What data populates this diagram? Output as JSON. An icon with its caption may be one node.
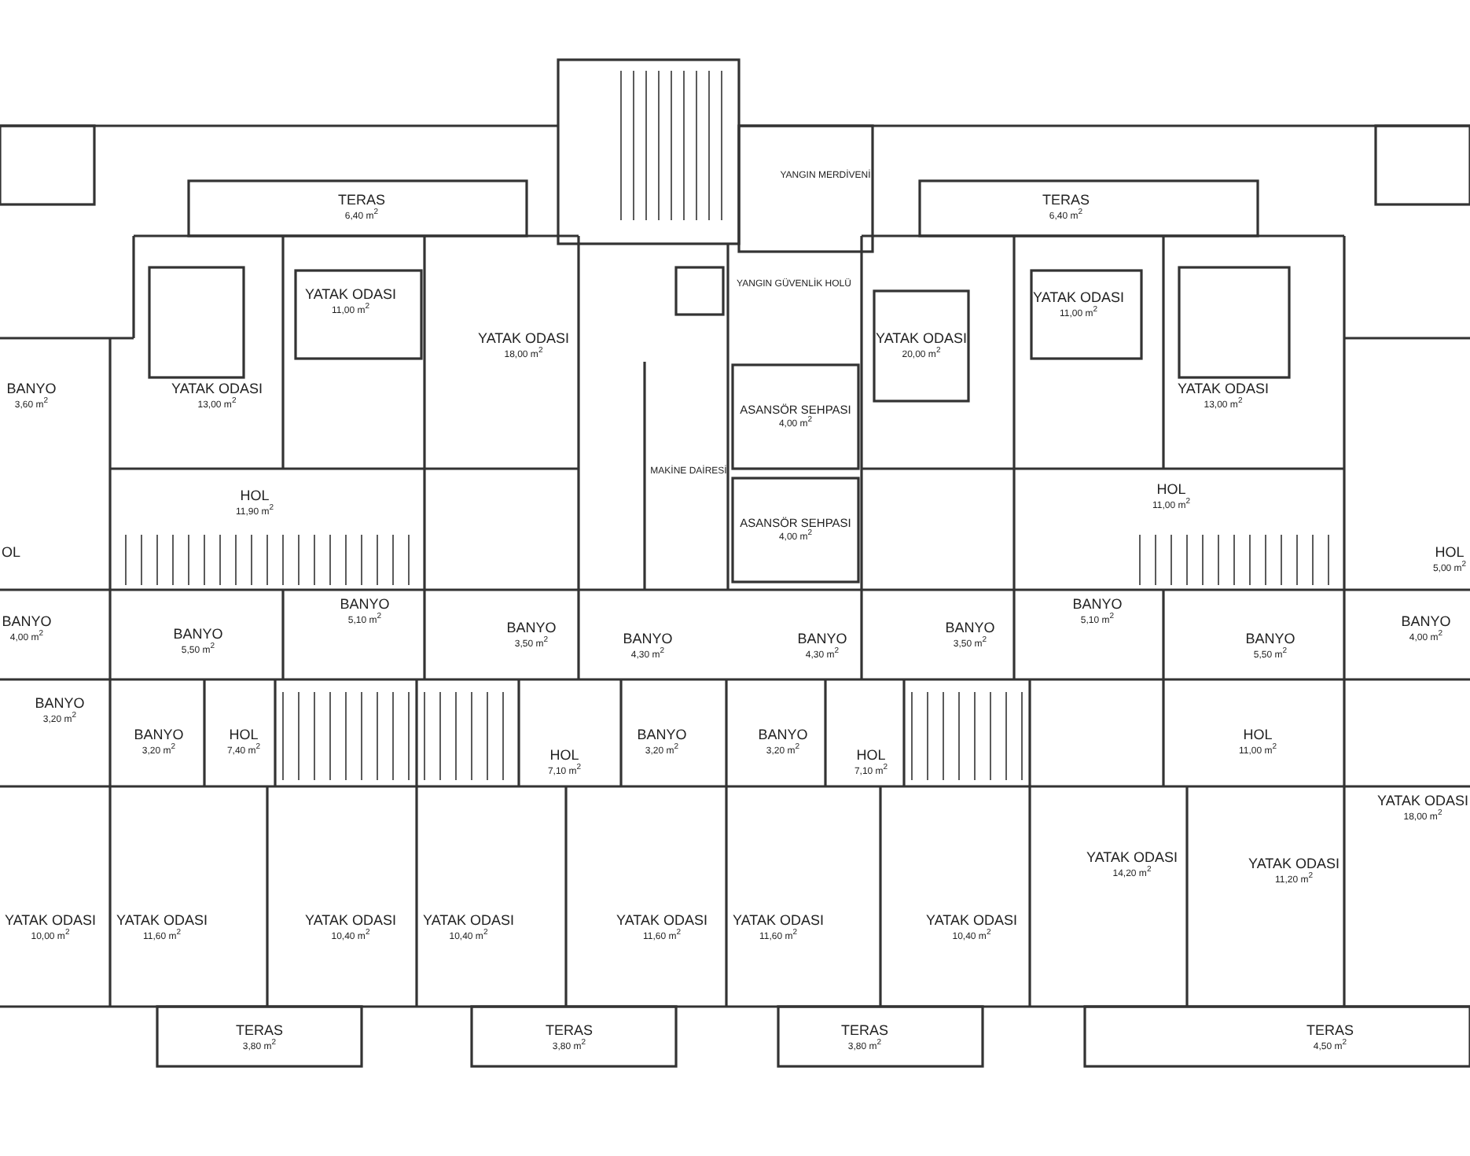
{
  "diagram": {
    "nodes": [
      {
        "text": [
          "YANGIN MERDİVENİ"
        ]
      },
      {
        "text": [
          "TERAS",
          "6,40 m$^{2}$"
        ]
      },
      {
        "text": [
          "TERAS",
          "6,40 m$^{2}$"
        ]
      },
      {
        "text": [
          "YANGIN GÜVENLİK HOLÜ"
        ]
      },
      {
        "text": [
          "YATAK ODASI",
          "11,00 m$^{2}$"
        ]
      },
      {
        "text": [
          "YATAK ODASI",
          "11,00 m$^{2}$"
        ]
      },
      {
        "text": [
          "YATAK ODASI",
          "18,00 m$^{2}$"
        ]
      },
      {
        "text": [
          "YATAK ODASI",
          "20,00 m$^{2}$"
        ]
      },
      {
        "text": [
          "BANYO",
          "3,60 m$^{2}$"
        ]
      },
      {
        "text": [
          "YATAK ODASI",
          "13,00 m$^{2}$"
        ]
      },
      {
        "text": [
          "YATAK ODASI",
          "13,00 m$^{2}$"
        ]
      },
      {
        "text": [
          "ASANSÖR SEHPASI",
          "4,00 m$^{2}$"
        ]
      },
      {
        "text": [
          "MAKİNE DAİRESİ"
        ]
      },
      {
        "text": [
          "HOL",
          "11,00 m$^{2}$"
        ]
      },
      {
        "text": [
          "HOL",
          "11,90 m$^{2}$"
        ]
      },
      {
        "text": [
          "ASANSÖR SEHPASI",
          "4,00 m$^{2}$"
        ]
      },
      {
        "text": [
          "OL"
        ]
      },
      {
        "text": [
          "HOL",
          "5,00 m$^{2}$"
        ]
      },
      {
        "text": [
          "BANYO",
          "5,10 m$^{2}$"
        ]
      },
      {
        "text": [
          "BANYO",
          "5,10 m$^{2}$"
        ]
      },
      {
        "text": [
          "BANYO",
          "4,00 m$^{2}$"
        ]
      },
      {
        "text": [
          "BANYO",
          "4,00 m$^{2}$"
        ]
      },
      {
        "text": [
          "BANYO",
          "3,50 m$^{2}$"
        ]
      },
      {
        "text": [
          "BANYO",
          "3,50 m$^{2}$"
        ]
      },
      {
        "text": [
          "BANYO",
          "5,50 m$^{2}$"
        ]
      },
      {
        "text": [
          "BANYO",
          "5,50 m$^{2}$"
        ]
      },
      {
        "text": [
          "BANYO",
          "4,30 m$^{2}$"
        ]
      },
      {
        "text": [
          "BANYO",
          "4,30 m$^{2}$"
        ]
      },
      {
        "text": [
          "BANYO",
          "3,20 m$^{2}$"
        ]
      },
      {
        "text": [
          "BANYO",
          "3,20 m$^{2}$"
        ]
      },
      {
        "text": [
          "HOL",
          "7,40 m$^{2}$"
        ]
      },
      {
        "text": [
          "BANYO",
          "3,20 m$^{2}$"
        ]
      },
      {
        "text": [
          "BANYO",
          "3,20 m$^{2}$"
        ]
      },
      {
        "text": [
          "HOL",
          "11,00 m$^{2}$"
        ]
      },
      {
        "text": [
          "HOL",
          "7,10 m$^{2}$"
        ]
      },
      {
        "text": [
          "HOL",
          "7,10 m$^{2}$"
        ]
      },
      {
        "text": [
          "YATAK ODASI",
          "18,00 m$^{2}$"
        ]
      },
      {
        "text": [
          "YATAK ODASI",
          "14,20 m$^{2}$"
        ]
      },
      {
        "text": [
          "YATAK ODASI",
          "11,20 m$^{2}$"
        ]
      },
      {
        "text": [
          "YATAK ODASI",
          "10,00 m$^{2}$"
        ]
      },
      {
        "text": [
          "YATAK ODASI",
          "11,60 m$^{2}$"
        ]
      },
      {
        "text": [
          "YATAK ODASI",
          "10,40 m$^{2}$"
        ]
      },
      {
        "text": [
          "YATAK ODASI",
          "10,40 m$^{2}$"
        ]
      },
      {
        "text": [
          "YATAK ODASI",
          "11,60 m$^{2}$"
        ]
      },
      {
        "text": [
          "YATAK ODASI",
          "11,60 m$^{2}$"
        ]
      },
      {
        "text": [
          "YATAK ODASI",
          "10,40 m$^{2}$"
        ]
      },
      {
        "text": [
          "TERAS",
          "3,80 m$^{2}$"
        ]
      },
      {
        "text": [
          "TERAS",
          "3,80 m$^{2}$"
        ]
      },
      {
        "text": [
          "TERAS",
          "3,80 m$^{2}$"
        ]
      },
      {
        "text": [
          "TERAS",
          "4,50 m$^{2}$"
        ]
      }
    ]
  }
}
